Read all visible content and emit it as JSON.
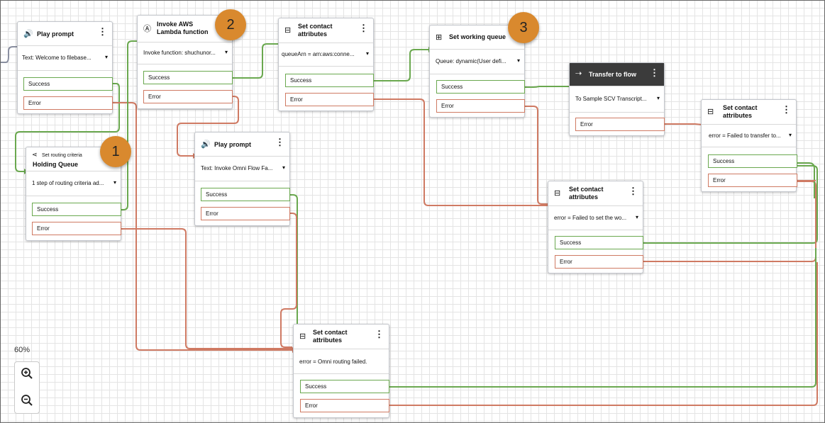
{
  "zoom_level": "60%",
  "zoom_controls": {
    "zoom_in_icon": "zoom-in-magnifier",
    "zoom_out_icon": "zoom-out-magnifier"
  },
  "badges": [
    "1",
    "2",
    "3"
  ],
  "colors": {
    "success": "#6aa84f",
    "error": "#cf7a63",
    "badge": "#d9892e",
    "dark_header": "#3b3b3b"
  },
  "blocks": {
    "play_prompt_1": {
      "title": "Play prompt",
      "icon": "speaker-icon",
      "desc": "Text: Welcome to filebase...",
      "success": "Success",
      "error": "Error"
    },
    "routing": {
      "subtitle": "Set routing criteria",
      "title": "Holding Queue",
      "icon": "share-icon",
      "desc": "1 step of routing criteria ad...",
      "success": "Success",
      "error": "Error"
    },
    "lambda": {
      "title": "Invoke AWS Lambda function",
      "icon": "lambda-icon",
      "desc": "Invoke function: shuchunor...",
      "success": "Success",
      "error": "Error"
    },
    "play_prompt_2": {
      "title": "Play prompt",
      "icon": "speaker-icon",
      "desc": "Text: Invoke Omni Flow Fa...",
      "success": "Success",
      "error": "Error"
    },
    "set_attr_1": {
      "title": "Set contact attributes",
      "icon": "contact-card-icon",
      "desc": "queueArn = arn:aws:conne...",
      "success": "Success",
      "error": "Error"
    },
    "set_attr_omni": {
      "title": "Set contact attributes",
      "icon": "contact-card-icon",
      "desc": "error = Omni routing failed.",
      "success": "Success",
      "error": "Error"
    },
    "working_queue": {
      "title": "Set working queue",
      "icon": "queue-add-icon",
      "desc": "Queue: dynamic(User defi...",
      "success": "Success",
      "error": "Error"
    },
    "set_attr_wq": {
      "title": "Set contact attributes",
      "icon": "contact-card-icon",
      "desc": "error = Failed to set the wo...",
      "success": "Success",
      "error": "Error"
    },
    "transfer": {
      "title": "Transfer to flow",
      "icon": "transfer-icon",
      "desc": "To Sample SCV Transcript...",
      "error": "Error"
    },
    "set_attr_transfer": {
      "title": "Set contact attributes",
      "icon": "contact-card-icon",
      "desc": "error = Failed to transfer to...",
      "success": "Success",
      "error": "Error"
    }
  }
}
